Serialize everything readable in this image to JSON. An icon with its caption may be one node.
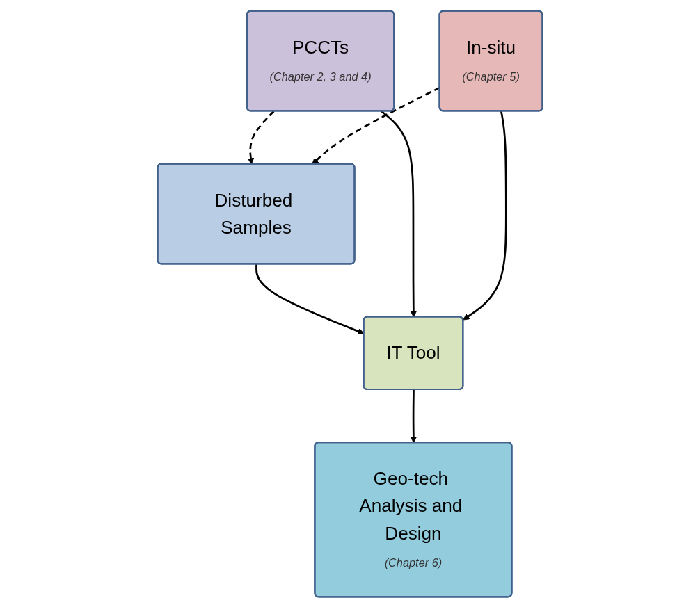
{
  "diagram": {
    "nodes": [
      {
        "text": [
          "Disturbed Samples"
        ]
      },
      {
        "text": [
          "PCCTs",
          "(Chapter 2, 3 and 4)"
        ]
      },
      {
        "text": [
          "In-situ",
          "(Chapter 5)"
        ]
      },
      {
        "text": [
          "IT Tool"
        ]
      },
      {
        "text": [
          "Geo-tech Analysis and Design",
          "(Chapter 6)"
        ]
      }
    ],
    "edges": [
      {
        "from": 1,
        "to": 0,
        "arrow": "to",
        "style": "dashed"
      },
      {
        "from": 2,
        "to": 0,
        "arrow": "to",
        "style": "dashed"
      },
      {
        "from": 0,
        "to": 3,
        "arrow": "to"
      },
      {
        "from": 1,
        "to": 3,
        "arrow": "to"
      },
      {
        "from": 2,
        "to": 3,
        "arrow": "to"
      },
      {
        "from": 3,
        "to": 4,
        "arrow": "to"
      }
    ]
  }
}
